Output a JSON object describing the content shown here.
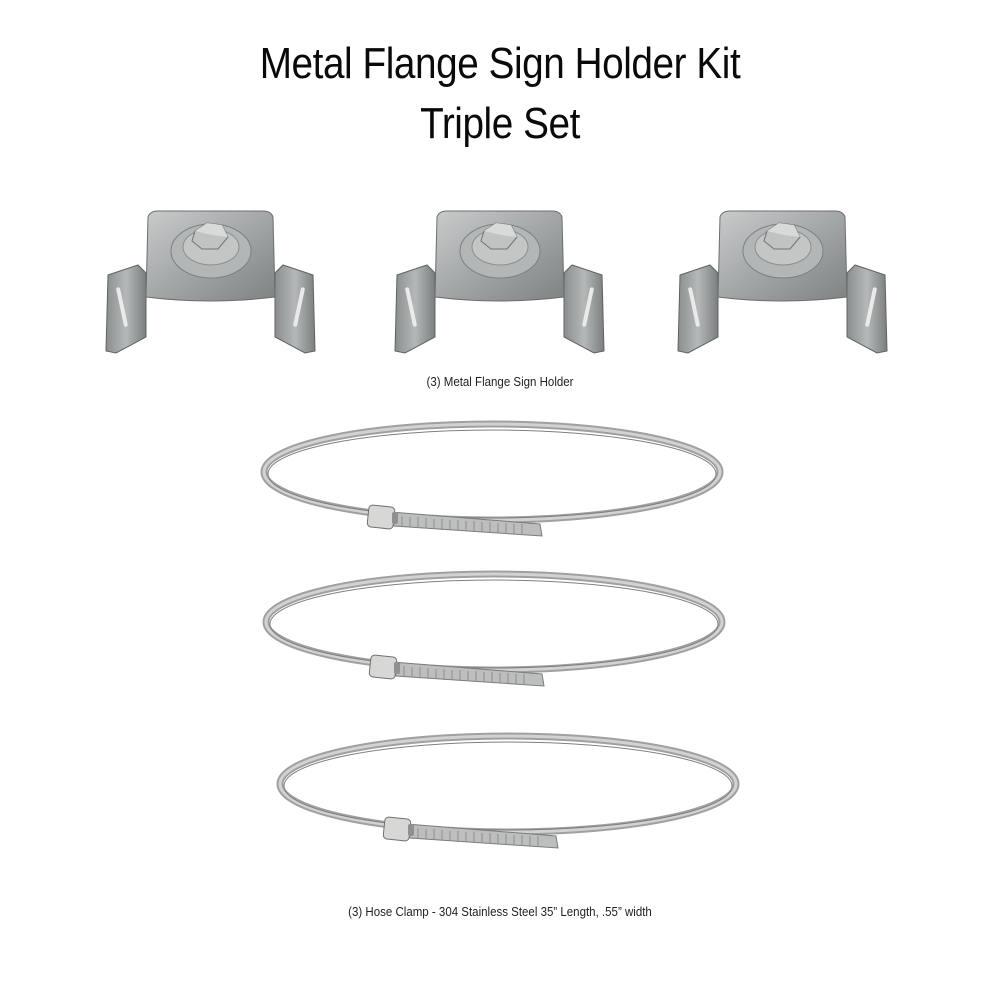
{
  "title": {
    "line1": "Metal Flange Sign Holder Kit",
    "line2": "Triple Set"
  },
  "sign_holders": {
    "count": 3,
    "icon": "metal-flange-sign-holder-icon",
    "caption": "(3) Metal Flange Sign Holder"
  },
  "hose_clamps": {
    "count": 3,
    "icon": "hose-clamp-icon",
    "caption": "(3) Hose Clamp - 304 Stainless Steel 35” Length, .55” width"
  },
  "colors": {
    "background": "#ffffff",
    "text": "#111111",
    "metal": "#a9acad",
    "metal_dark": "#6f7374",
    "steel_band": "#b8b8b4"
  }
}
